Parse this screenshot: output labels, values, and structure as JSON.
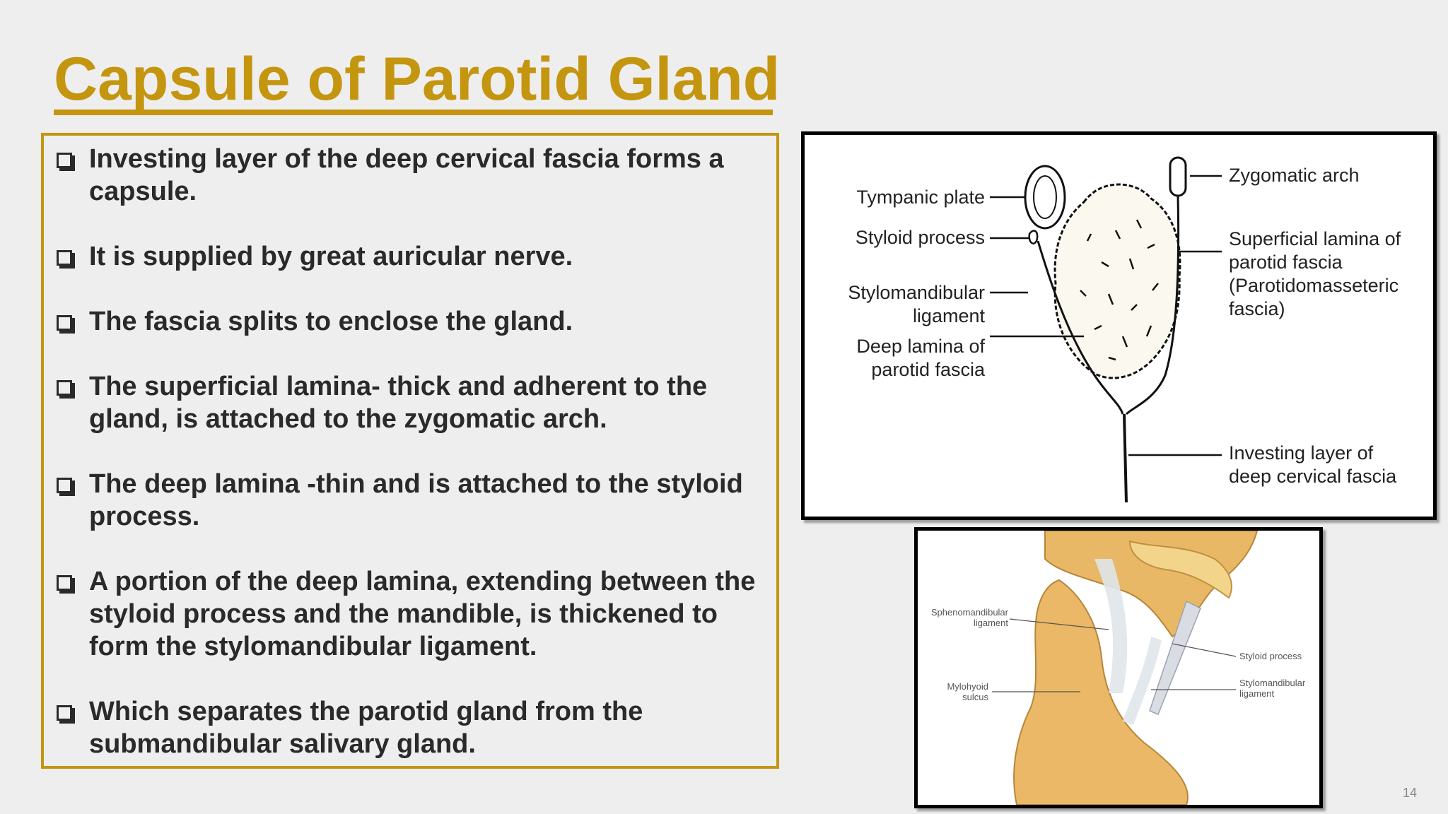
{
  "slide": {
    "title": "Capsule of Parotid Gland",
    "page_number": "14"
  },
  "bullets": [
    {
      "line1": "Investing layer of the deep cervical fascia forms a",
      "line2": "capsule."
    },
    {
      "line1": "It is supplied by great auricular nerve."
    },
    {
      "line1": "The fascia splits to enclose the gland."
    },
    {
      "line1": "The superficial lamina- thick and adherent to the",
      "line2": "gland, is attached to the zygomatic arch."
    },
    {
      "line1": "The deep lamina -thin and is attached to the styloid",
      "line2": "process."
    },
    {
      "line1": "A portion of the deep lamina, extending between the",
      "line2": "styloid process and the mandible, is thickened to",
      "line3": "form the stylomandibular ligament."
    },
    {
      "line1": "Which separates the parotid gland from the",
      "line2": "submandibular salivary gland."
    }
  ],
  "diagram_top": {
    "labels": {
      "zygomatic_arch": "Zygomatic arch",
      "tympanic_plate": "Tympanic plate",
      "styloid_process": "Styloid process",
      "stylomandibular_1": "Stylomandibular",
      "stylomandibular_2": "ligament",
      "deep_lamina_1": "Deep lamina of",
      "deep_lamina_2": "parotid fascia",
      "superficial_1": "Superficial lamina of",
      "superficial_2": "parotid fascia",
      "superficial_3": "(Parotidomasseteric",
      "superficial_4": "fascia)",
      "investing_1": "Investing layer of",
      "investing_2": "deep cervical fascia"
    }
  },
  "diagram_bottom": {
    "labels": {
      "sphenomandibular_1": "Sphenomandibular",
      "sphenomandibular_2": "ligament",
      "mylohyoid_1": "Mylohyoid",
      "mylohyoid_2": "sulcus",
      "styloid": "Styloid process",
      "stylomandibular_1": "Stylomandibular",
      "stylomandibular_2": "ligament"
    }
  },
  "colors": {
    "accent": "#c4950f",
    "text": "#2a2a2a",
    "background": "#efeeef",
    "bone": "#e8b867"
  }
}
